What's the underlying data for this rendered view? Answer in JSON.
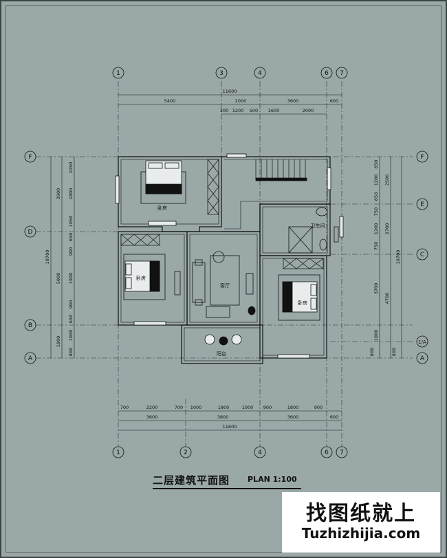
{
  "axes_top": [
    "1",
    "3",
    "4",
    "6",
    "7"
  ],
  "axes_bottom": [
    "1",
    "2",
    "4",
    "6",
    "7"
  ],
  "axes_left": [
    "F",
    "D",
    "B",
    "A"
  ],
  "axes_right": [
    "F",
    "E",
    "C",
    "1/A",
    "A"
  ],
  "dims_top": {
    "total": "11600",
    "row1": [
      "5400",
      "2000",
      "3600",
      "600"
    ],
    "row2": [
      "300",
      "1200",
      "500",
      "1600",
      "2000"
    ]
  },
  "dims_bottom": {
    "row1": [
      "700",
      "2200",
      "700",
      "1000",
      "1800",
      "1000",
      "900",
      "1800",
      "900"
    ],
    "row2": [
      "3600",
      "3800",
      "3600",
      "600"
    ],
    "total": "11600"
  },
  "dims_left": {
    "total": "10700",
    "outer": [
      "3900",
      "5000",
      "1800"
    ],
    "inner": [
      "1050",
      "1800",
      "1050",
      "650",
      "900",
      "1900",
      "900",
      "650",
      "1000",
      "800"
    ]
  },
  "dims_right": {
    "total": "10700",
    "outer": [
      "2500",
      "2700",
      "4700",
      "800"
    ],
    "mid": [
      "3700",
      "1000"
    ],
    "inner": [
      "650",
      "1200",
      "650",
      "750",
      "1200",
      "750"
    ]
  },
  "rooms": {
    "bedroom_1": "卧房",
    "bedroom_2": "卧房",
    "bedroom_3": "卧房",
    "living": "客厅",
    "bath": "卫生间",
    "balcony": "阳台"
  },
  "caption": {
    "title_cn": "二层建筑平面图",
    "title_en": "PLAN 1:100"
  },
  "brand": {
    "name_cn": "找图纸就上",
    "url": "Tuzhizhijia.com"
  },
  "colors": {
    "background": "#9aa8a8",
    "linework": "#111111",
    "wall_fill": "#f2f2f2"
  }
}
